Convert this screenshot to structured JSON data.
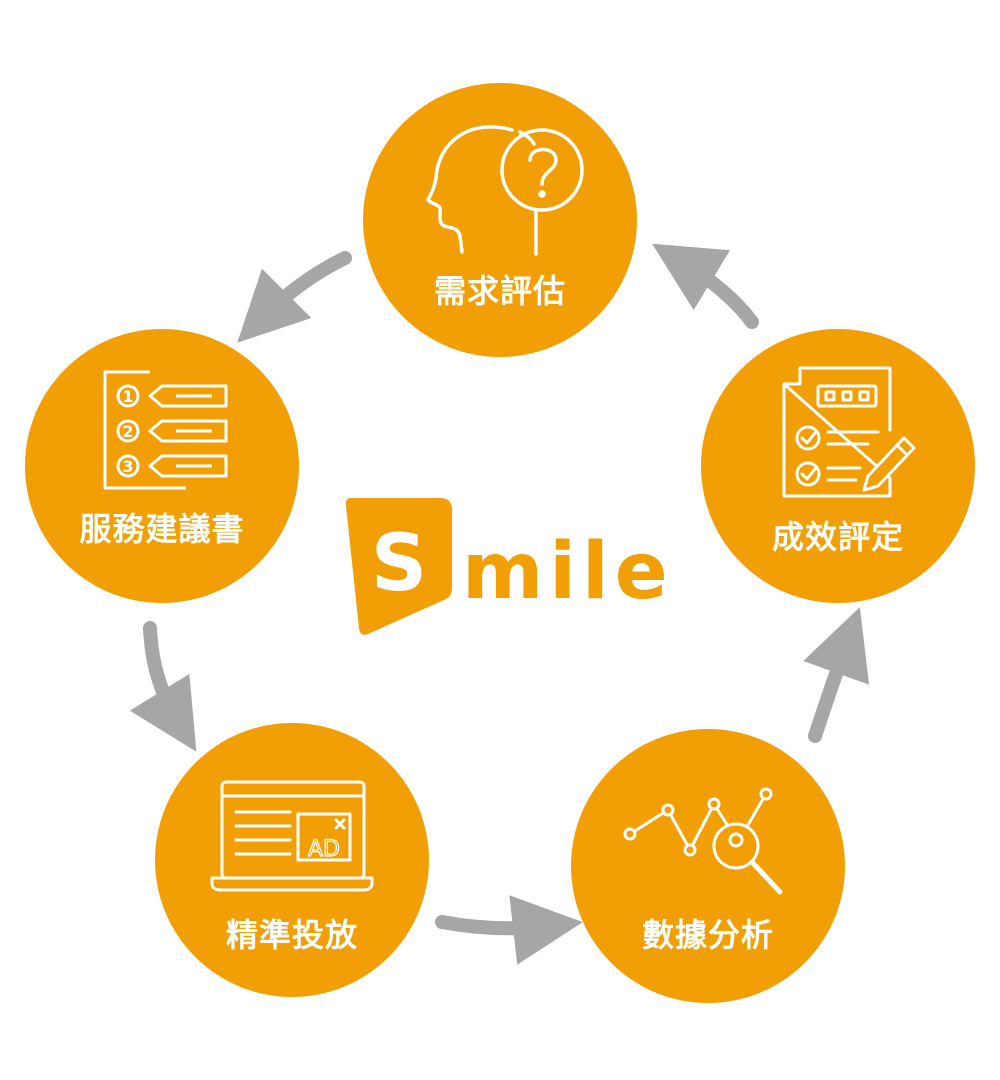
{
  "diagram": {
    "type": "cycle",
    "colors": {
      "circle_fill": "#F29F05",
      "arrow": "#A6A6A6",
      "text_on_circle": "#FFFFFF",
      "logo_accent": "#F29F05",
      "logo_s_text": "#FFFFFF"
    },
    "logo": {
      "initial": "S",
      "rest": "mile"
    },
    "steps": [
      {
        "label": "需求評估",
        "icon": "head-question-icon"
      },
      {
        "label": "服務建議書",
        "icon": "numbered-list-icon"
      },
      {
        "label": "精準投放",
        "icon": "laptop-ad-icon"
      },
      {
        "label": "數據分析",
        "icon": "chart-magnifier-icon"
      },
      {
        "label": "成效評定",
        "icon": "checklist-pencil-icon"
      }
    ]
  }
}
